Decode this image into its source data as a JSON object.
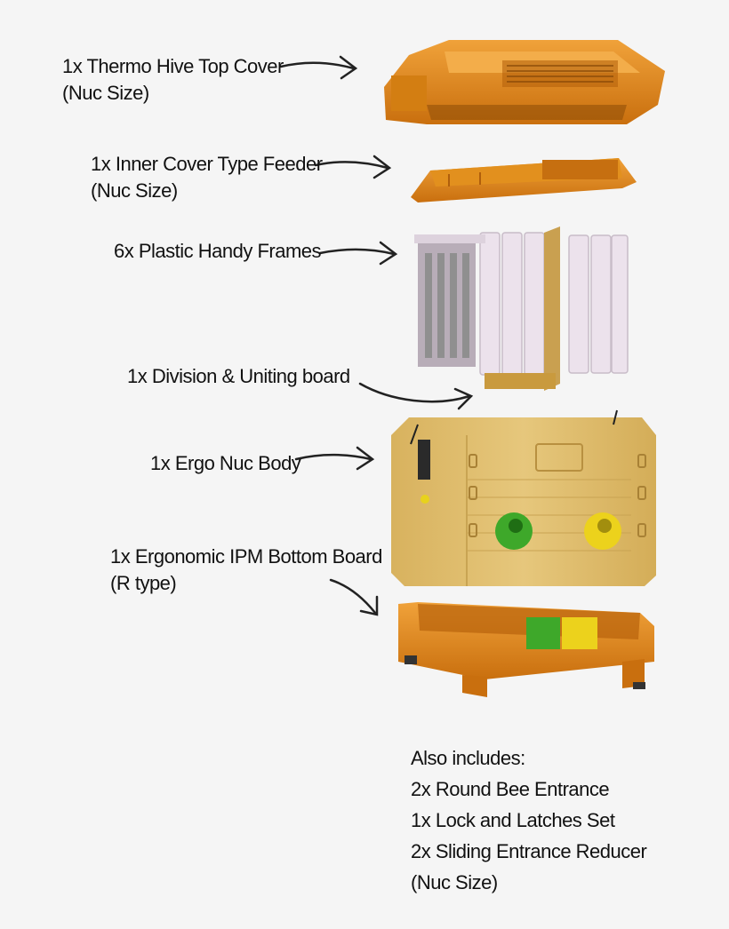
{
  "labels": {
    "top_cover": [
      "1x Thermo Hive Top Cover",
      "(Nuc Size)"
    ],
    "feeder": [
      "1x Inner Cover Type Feeder",
      "(Nuc Size)"
    ],
    "frames": [
      "6x Plastic Handy Frames"
    ],
    "division": [
      "1x Division & Uniting board"
    ],
    "body": [
      "1x Ergo Nuc Body"
    ],
    "bottom": [
      "1x Ergonomic IPM Bottom Board",
      "(R type)"
    ]
  },
  "also_includes": {
    "heading": "Also includes:",
    "items": [
      "2x Round Bee Entrance",
      "1x Lock and Latches Set",
      "2x Sliding Entrance Reducer",
      "(Nuc Size)"
    ]
  },
  "colors": {
    "orange": "#e08a1a",
    "tan": "#dcb866",
    "frame": "#e6dbe6",
    "green": "#3ea82a",
    "yellow": "#ecd21c"
  }
}
